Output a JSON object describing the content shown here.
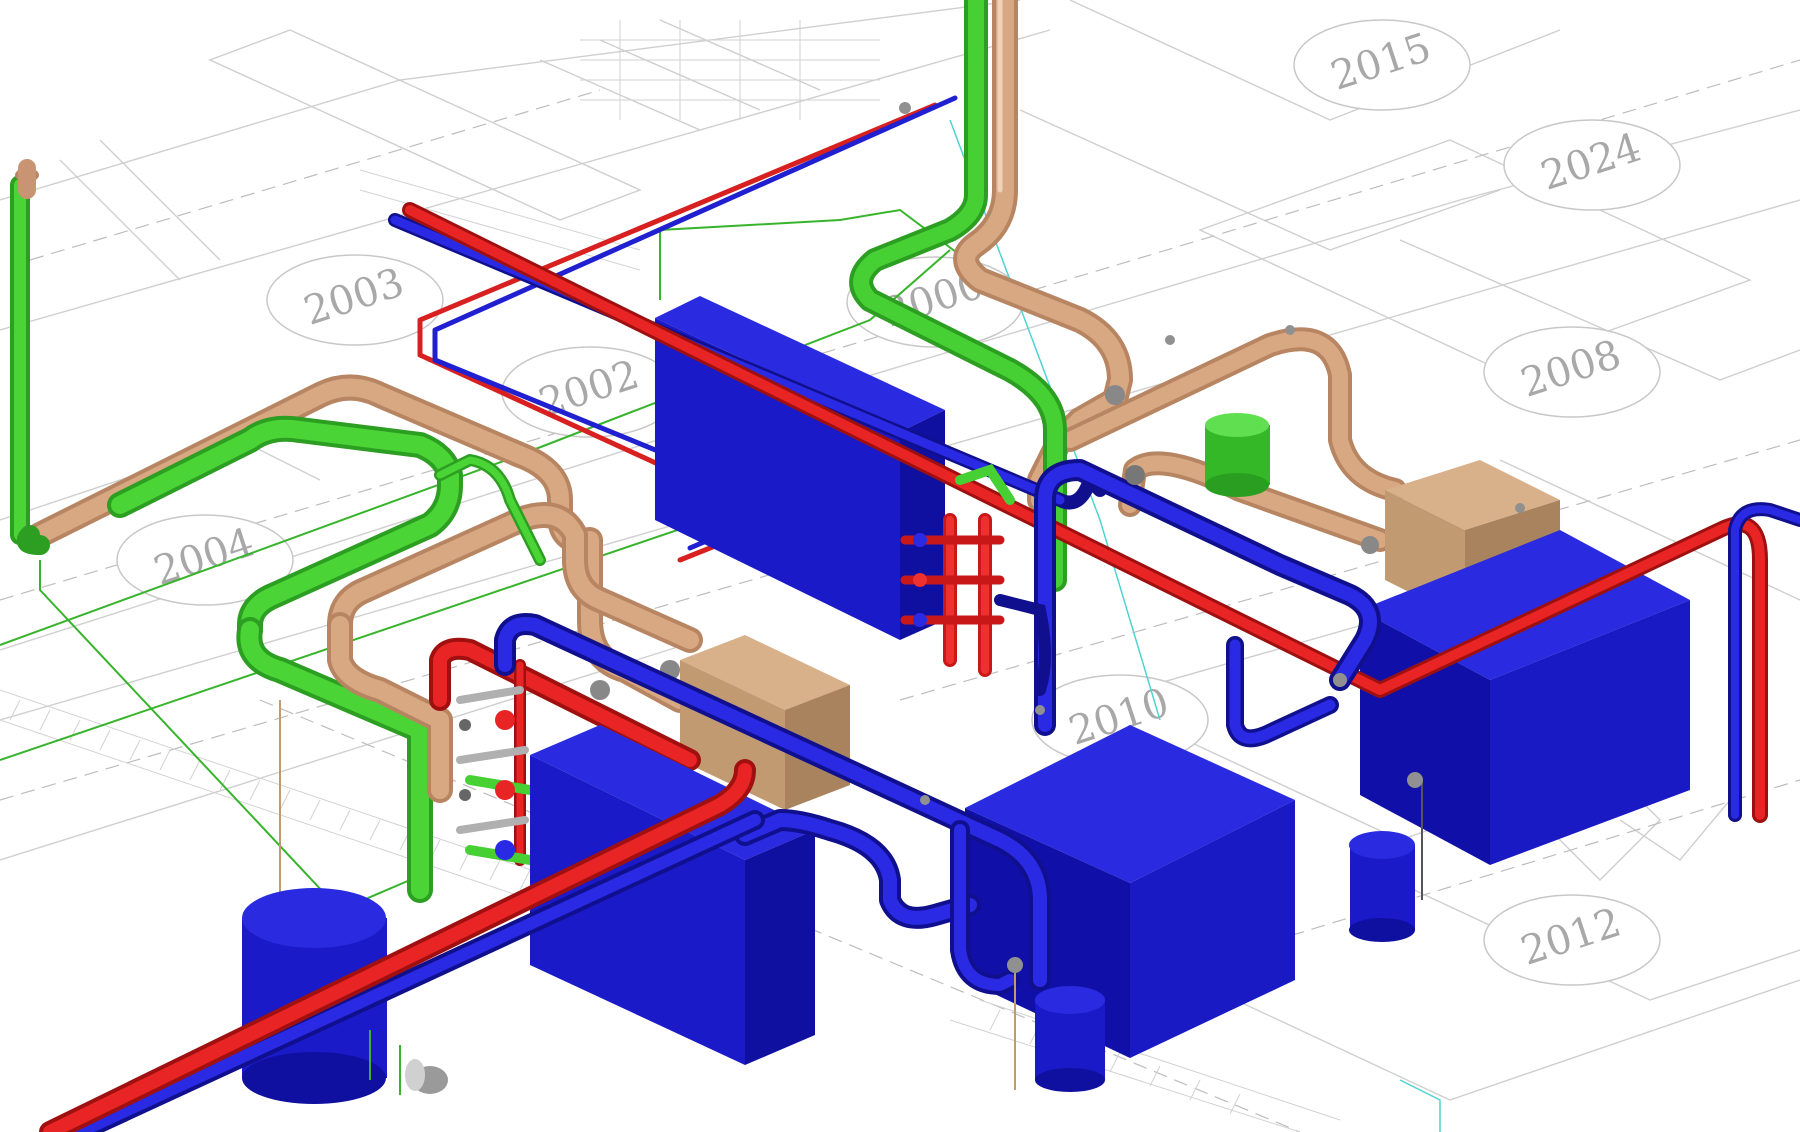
{
  "rooms": {
    "r2015": "2015",
    "r2024": "2024",
    "r2003": "2003",
    "r2000": "2000",
    "r2002": "2002",
    "r2008": "2008",
    "r2004": "2004",
    "r2010": "2010",
    "r2012": "2012"
  },
  "colors": {
    "supply": "#e02020",
    "return": "#1a1ad6",
    "green": "#3ec82e",
    "copper": "#d4a37f",
    "tank": "#1a1ab4",
    "box_tan": "#c29a72"
  }
}
